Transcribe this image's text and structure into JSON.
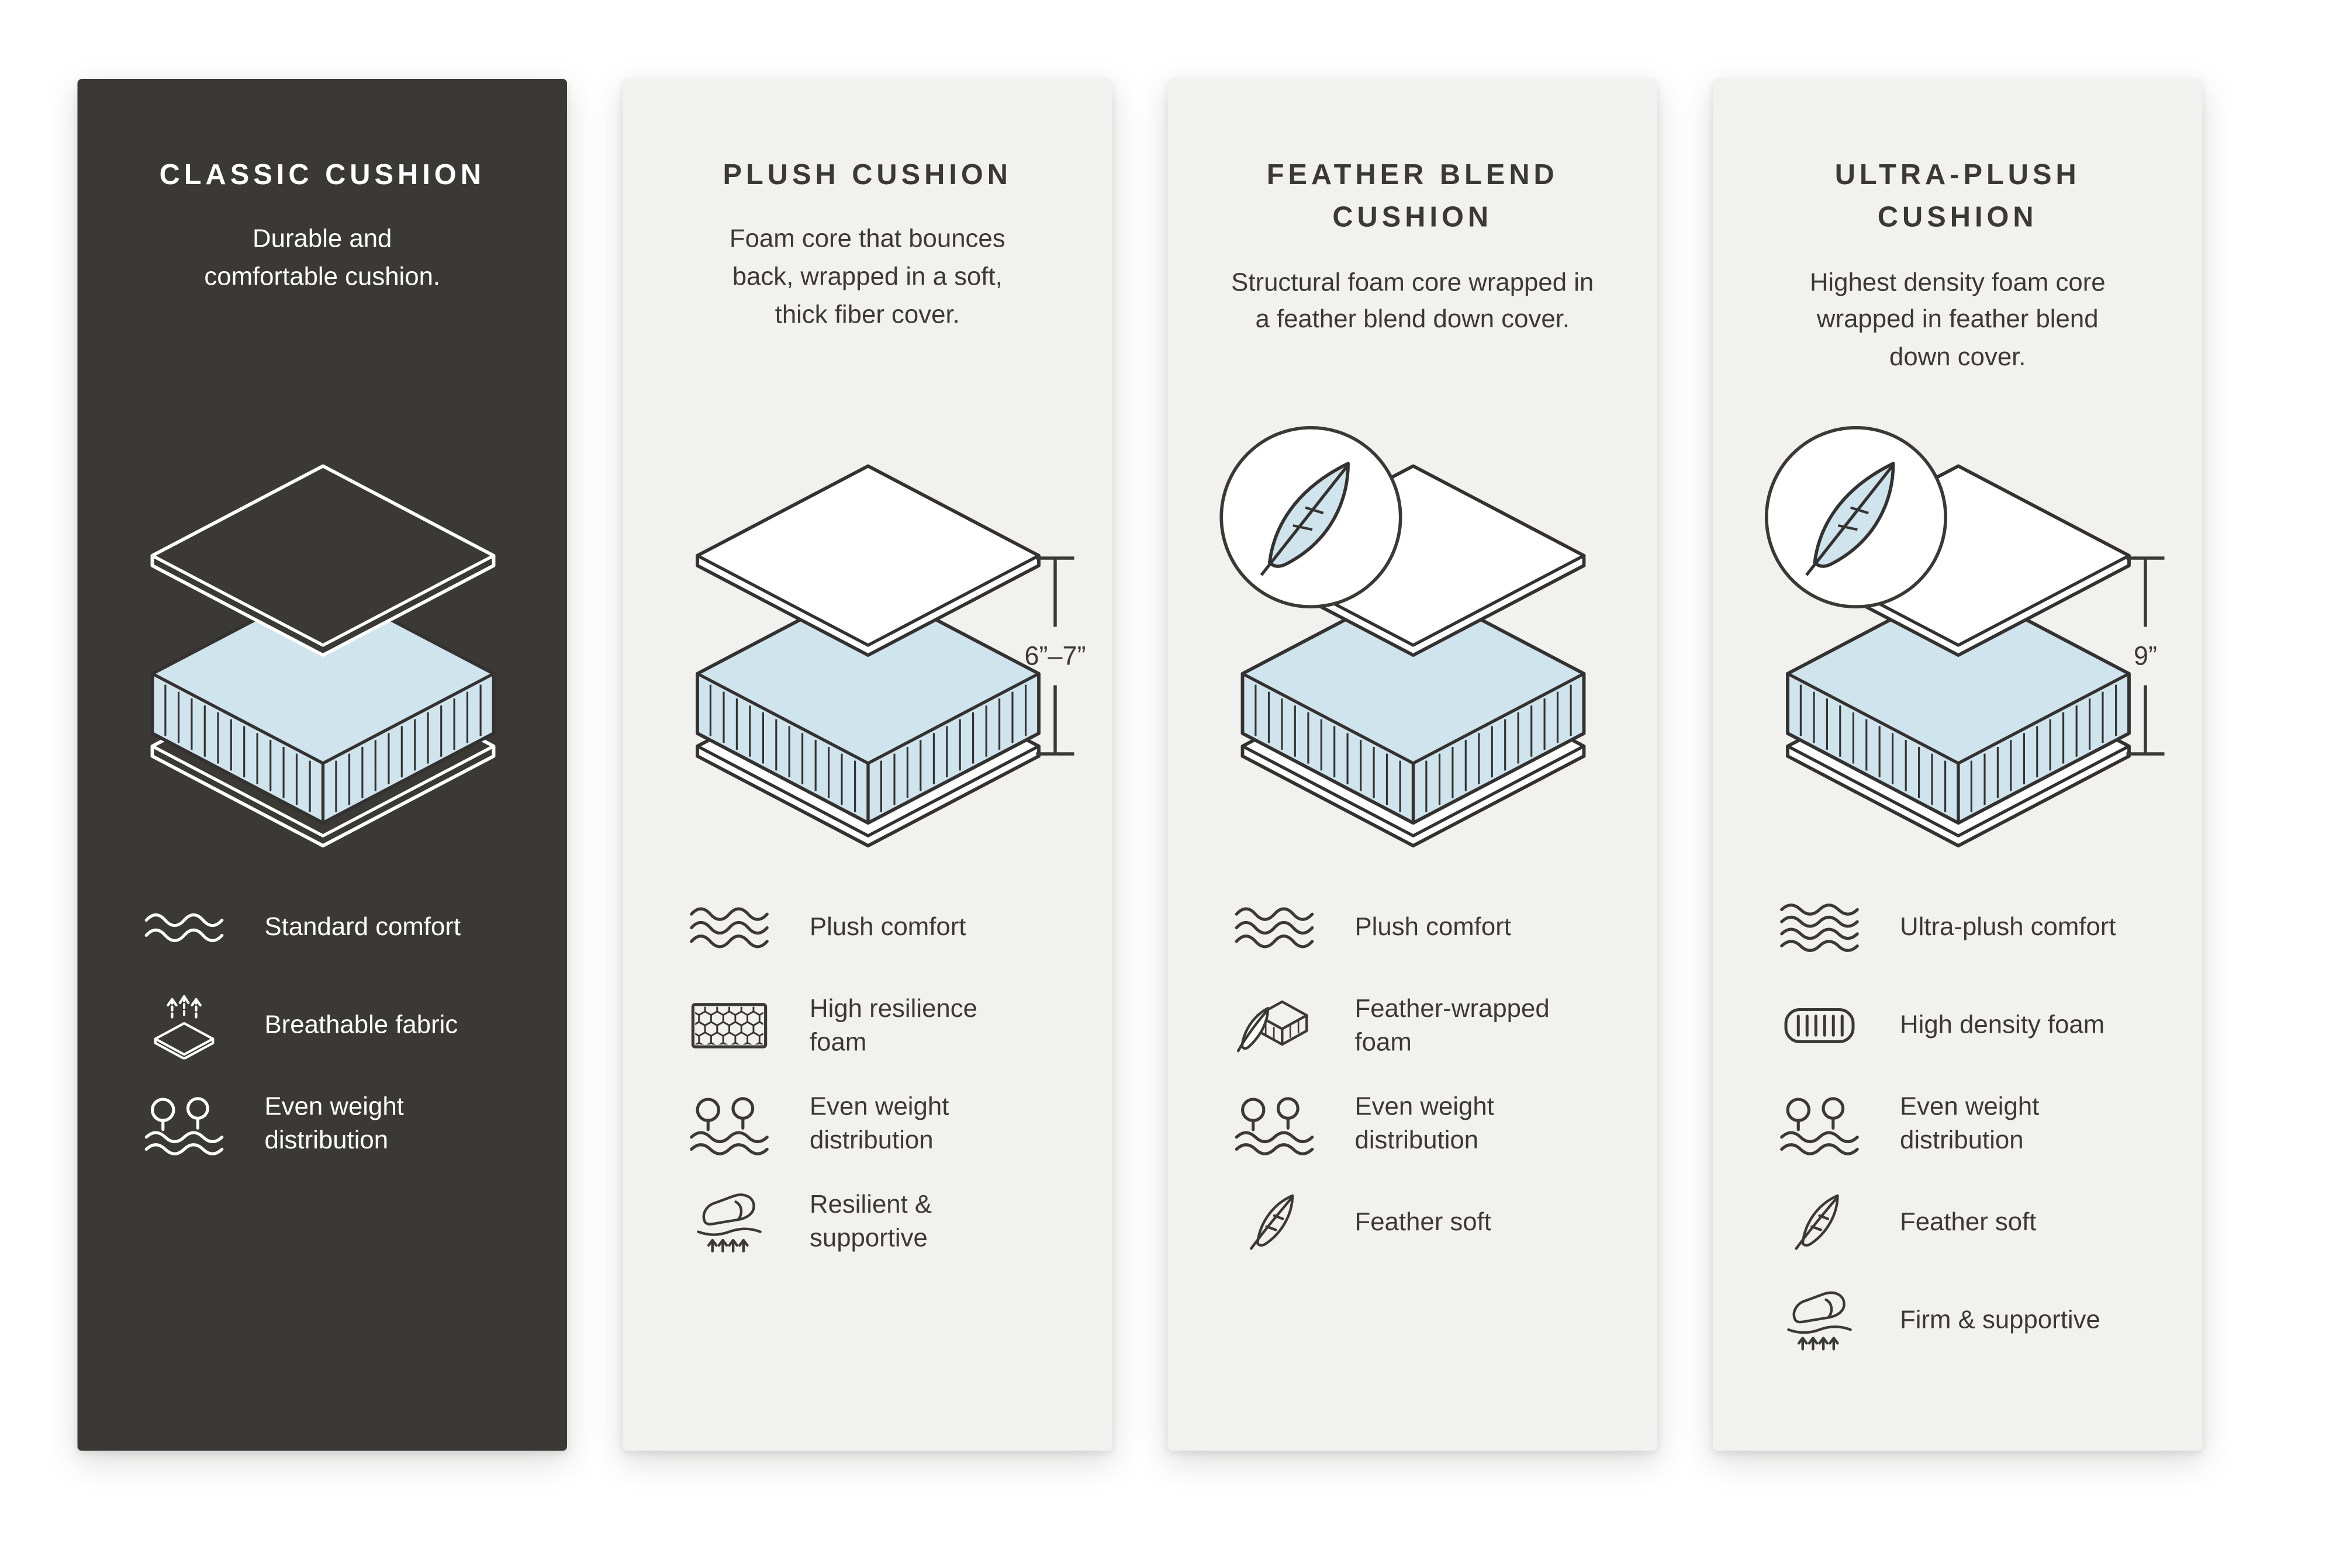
{
  "page": {
    "background": "#ffffff"
  },
  "colors": {
    "dark_card_bg": "#3b3935",
    "light_card_bg": "#f1f1ef",
    "foam_blue": "#cfe4ec",
    "line_dark": "#343230",
    "text_light": "#ffffff"
  },
  "cards": [
    {
      "id": "classic-cushion",
      "theme": "dark",
      "title": "CLASSIC CUSHION",
      "description": "Durable and\ncomfortable cushion.",
      "diagram": {
        "icon": "cushion-layers-diagram",
        "badge_icon": null,
        "height_label": null
      },
      "features": [
        {
          "icon": "wave-icon",
          "label": "Standard comfort"
        },
        {
          "icon": "breathable-fabric-icon",
          "label": "Breathable fabric"
        },
        {
          "icon": "even-weight-icon",
          "label": "Even weight\ndistribution"
        }
      ]
    },
    {
      "id": "plush-cushion",
      "theme": "light",
      "title": "PLUSH CUSHION",
      "description": "Foam core that bounces\nback, wrapped in a soft,\nthick fiber cover.",
      "diagram": {
        "icon": "cushion-layers-diagram",
        "badge_icon": null,
        "height_label": "6”–7”"
      },
      "features": [
        {
          "icon": "wave-icon",
          "label": "Plush comfort"
        },
        {
          "icon": "foam-cells-icon",
          "label": "High resilience\nfoam"
        },
        {
          "icon": "even-weight-icon",
          "label": "Even weight\ndistribution"
        },
        {
          "icon": "press-support-icon",
          "label": "Resilient &\nsupportive"
        }
      ]
    },
    {
      "id": "feather-blend-cushion",
      "theme": "light",
      "title": "FEATHER BLEND\nCUSHION",
      "description": "Structural foam core wrapped in\na feather blend down cover.",
      "diagram": {
        "icon": "cushion-layers-diagram",
        "badge_icon": "feather-badge-icon",
        "height_label": null
      },
      "features": [
        {
          "icon": "wave-icon",
          "label": "Plush comfort"
        },
        {
          "icon": "feather-wrapped-foam-icon",
          "label": "Feather-wrapped\nfoam"
        },
        {
          "icon": "even-weight-icon",
          "label": "Even weight\ndistribution"
        },
        {
          "icon": "feather-icon",
          "label": "Feather soft"
        }
      ]
    },
    {
      "id": "ultra-plush-cushion",
      "theme": "light",
      "title": "ULTRA-PLUSH\nCUSHION",
      "description": "Highest density foam core\nwrapped in feather blend\ndown cover.",
      "diagram": {
        "icon": "cushion-layers-diagram",
        "badge_icon": "feather-badge-icon",
        "height_label": "9”"
      },
      "features": [
        {
          "icon": "wave-icon",
          "label": "Ultra-plush comfort"
        },
        {
          "icon": "high-density-foam-icon",
          "label": "High density foam"
        },
        {
          "icon": "even-weight-icon",
          "label": "Even weight\ndistribution"
        },
        {
          "icon": "feather-icon",
          "label": "Feather soft"
        },
        {
          "icon": "press-support-icon",
          "label": "Firm & supportive"
        }
      ]
    }
  ]
}
